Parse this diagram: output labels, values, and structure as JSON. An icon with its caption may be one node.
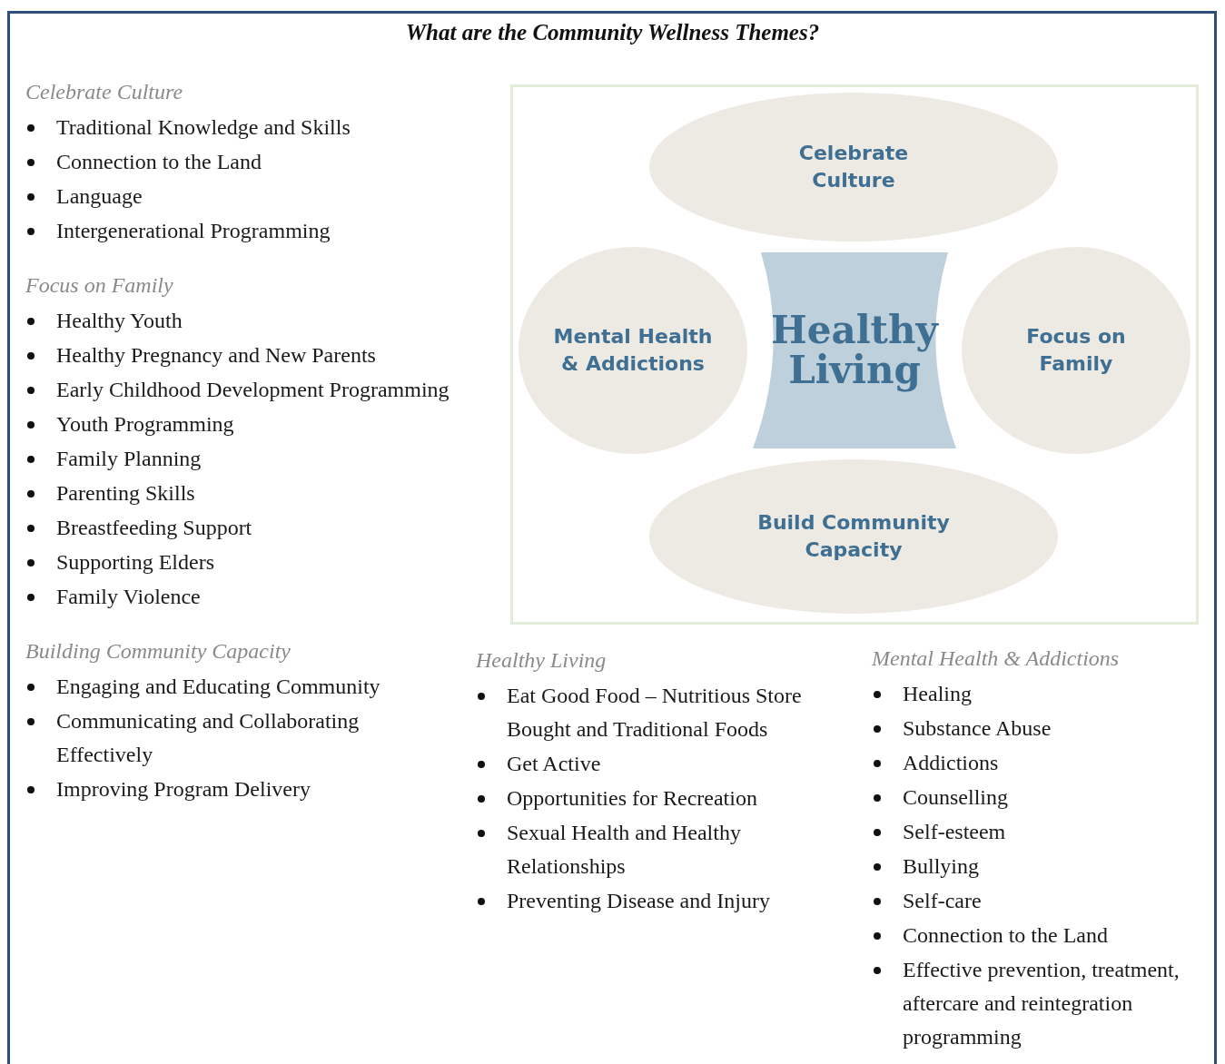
{
  "diagram": {
    "title": "What are the Community Wellness Themes?",
    "nodes": [
      {
        "text": [
          "Celebrate Culture"
        ]
      },
      {
        "text": [
          "Mental Health & Addictions"
        ]
      },
      {
        "text": [
          "Healthy Living"
        ]
      },
      {
        "text": [
          "Focus on Family"
        ]
      },
      {
        "text": [
          "Build Community Capacity"
        ]
      }
    ],
    "labels": [
      "Celebrate Culture",
      "Traditional Knowledge and Skills",
      "Connection to the Land",
      "Language",
      "Intergenerational Programming",
      "Focus on Family",
      "Healthy Youth",
      "Healthy Pregnancy and New Parents",
      "Early Childhood Development Programming",
      "Youth Programming",
      "Family Planning",
      "Parenting Skills",
      "Breastfeeding Support",
      "Supporting Elders",
      "Family Violence",
      "Building Community Capacity",
      "Engaging and Educating Community",
      "Communicating and Collaborating Effectively",
      "Improving Program Delivery",
      "Healthy Living",
      "Eat Good Food – Nutritious Store Bought and Traditional Foods",
      "Get Active",
      "Opportunities for Recreation",
      "Sexual Health and Healthy Relationships",
      "Preventing Disease and Injury",
      "Mental Health & Addictions",
      "Healing",
      "Substance Abuse",
      "Addictions",
      "Counselling",
      "Self-esteem",
      "Bullying",
      "Self-care",
      "Connection to the Land",
      "Effective prevention, treatment, aftercare and reintegration programming"
    ]
  }
}
